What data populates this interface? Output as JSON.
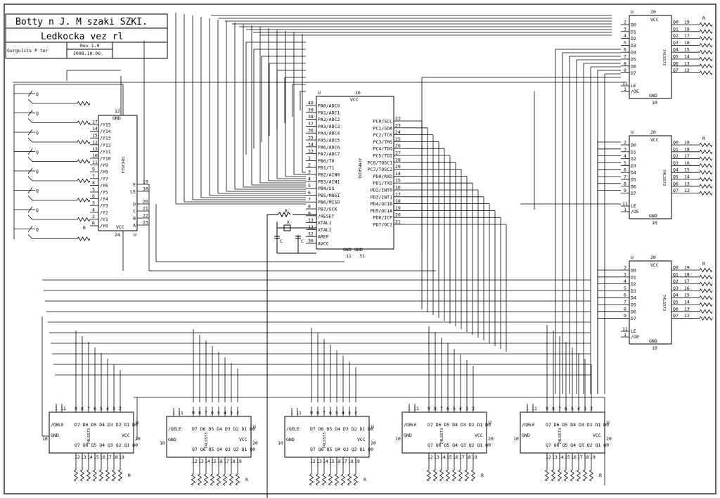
{
  "title_block": {
    "line1": "Botty n J. M szaki SZKI.",
    "line2": "Ledkocka vez rl",
    "author": "Gurgulits P ter",
    "rev": "Rev 1.0",
    "date": "2008.10.06."
  },
  "mcu": {
    "name": "ATMEGA16L",
    "u": "U",
    "vcc_pin": "10",
    "vcc": "VCC",
    "gnd": "GND",
    "gnd_pins": [
      "11",
      "31"
    ],
    "left_pins": [
      [
        "40",
        "PA0/ADC0"
      ],
      [
        "39",
        "PA1/ADC1"
      ],
      [
        "38",
        "PA2/ADC2"
      ],
      [
        "37",
        "PA3/ADC3"
      ],
      [
        "36",
        "PA4/ADC4"
      ],
      [
        "35",
        "PA5/ADC5"
      ],
      [
        "34",
        "PA6/ADC6"
      ],
      [
        "33",
        "PA7/ADC7"
      ],
      [
        "1",
        "PB0/T0"
      ],
      [
        "2",
        "PB1/T1"
      ],
      [
        "3",
        "PB2/AIN0"
      ],
      [
        "4",
        "PB3/AIN1"
      ],
      [
        "5",
        "PB4/SS"
      ],
      [
        "6",
        "PB5/MOSI"
      ],
      [
        "7",
        "PB6/MISO"
      ],
      [
        "8",
        "PB7/SCK"
      ],
      [
        "9",
        "/RESET"
      ],
      [
        "13",
        "XTAL1"
      ],
      [
        "12",
        "XTAL2"
      ],
      [
        "32",
        "AREF"
      ],
      [
        "30",
        "AVCC"
      ]
    ],
    "right_pins": [
      [
        "22",
        "PC0/SCL"
      ],
      [
        "23",
        "PC1/SDA"
      ],
      [
        "24",
        "PC2/TCK"
      ],
      [
        "25",
        "PC3/TMS"
      ],
      [
        "26",
        "PC4/TDO"
      ],
      [
        "27",
        "PC5/TDI"
      ],
      [
        "28",
        "PC6/TOSC1"
      ],
      [
        "29",
        "PC7/TOSC2"
      ],
      [
        "14",
        "PD0/RXD"
      ],
      [
        "15",
        "PD1/TXD"
      ],
      [
        "16",
        "PD2/INT0"
      ],
      [
        "17",
        "PD3/INT1"
      ],
      [
        "18",
        "PD4/OC1B"
      ],
      [
        "19",
        "PD5/OC1A"
      ],
      [
        "20",
        "PD6/ICP"
      ],
      [
        "21",
        "PD7/OC2"
      ]
    ]
  },
  "passives": {
    "r": "R",
    "x": "X",
    "c": "C"
  },
  "demux": {
    "name": "74HC4514",
    "gnd": "GND",
    "gnd_pin": "12",
    "vcc": "VCC",
    "vcc_pin": "24",
    "u": "U",
    "outputs": [
      [
        "17",
        "/Y15"
      ],
      [
        "14",
        "/Y14"
      ],
      [
        "15",
        "/Y13"
      ],
      [
        "12",
        "/Y12"
      ],
      [
        "13",
        "/Y11"
      ],
      [
        "10",
        "/Y10"
      ],
      [
        "11",
        "/Y9"
      ],
      [
        "9",
        "/Y8"
      ],
      [
        "7",
        "/Y7"
      ],
      [
        "8",
        "/Y6"
      ],
      [
        "5",
        "/Y5"
      ],
      [
        "6",
        "/Y4"
      ],
      [
        "3",
        "/Y3"
      ],
      [
        "4",
        "/Y2"
      ],
      [
        "2",
        "/Y1"
      ],
      [
        "R",
        "/Y0"
      ]
    ],
    "inputs": [
      [
        "19",
        "E"
      ],
      [
        "18",
        "LE"
      ],
      [
        "20",
        "D"
      ],
      [
        "21",
        "C"
      ],
      [
        "22",
        "B"
      ],
      [
        "23",
        "A"
      ]
    ]
  },
  "transistor_label": "Q",
  "latch": {
    "name": "74LS573",
    "u": "U",
    "vcc": "VCC",
    "gnd": "GND",
    "vcc_pin": "20",
    "gnd_pin": "10",
    "le": "LE",
    "oe": "/OE",
    "le_pin": "11",
    "oe_pin": "1",
    "d_pins": [
      "2",
      "3",
      "4",
      "5",
      "6",
      "7",
      "8",
      "9"
    ],
    "d_names": [
      "D0",
      "D1",
      "D2",
      "D3",
      "D4",
      "D5",
      "D6",
      "D7"
    ],
    "q_names": [
      "Q0",
      "Q1",
      "Q2",
      "Q3",
      "Q4",
      "Q5",
      "Q6",
      "Q7"
    ],
    "q_pins": [
      "19",
      "18",
      "17",
      "16",
      "15",
      "14",
      "13",
      "12"
    ],
    "bottom_d_pins": [
      "9",
      "8",
      "7",
      "6",
      "5",
      "4",
      "3",
      "2"
    ],
    "bottom_d_names": "D7 D6 D5 D4 D3 D2 D1 D0",
    "bottom_q_names": "Q7 Q6 Q5 Q4 Q3 Q2 Q1 Q0",
    "bottom_q_pins": [
      "12",
      "13",
      "14",
      "15",
      "16",
      "17",
      "18",
      "19"
    ]
  }
}
